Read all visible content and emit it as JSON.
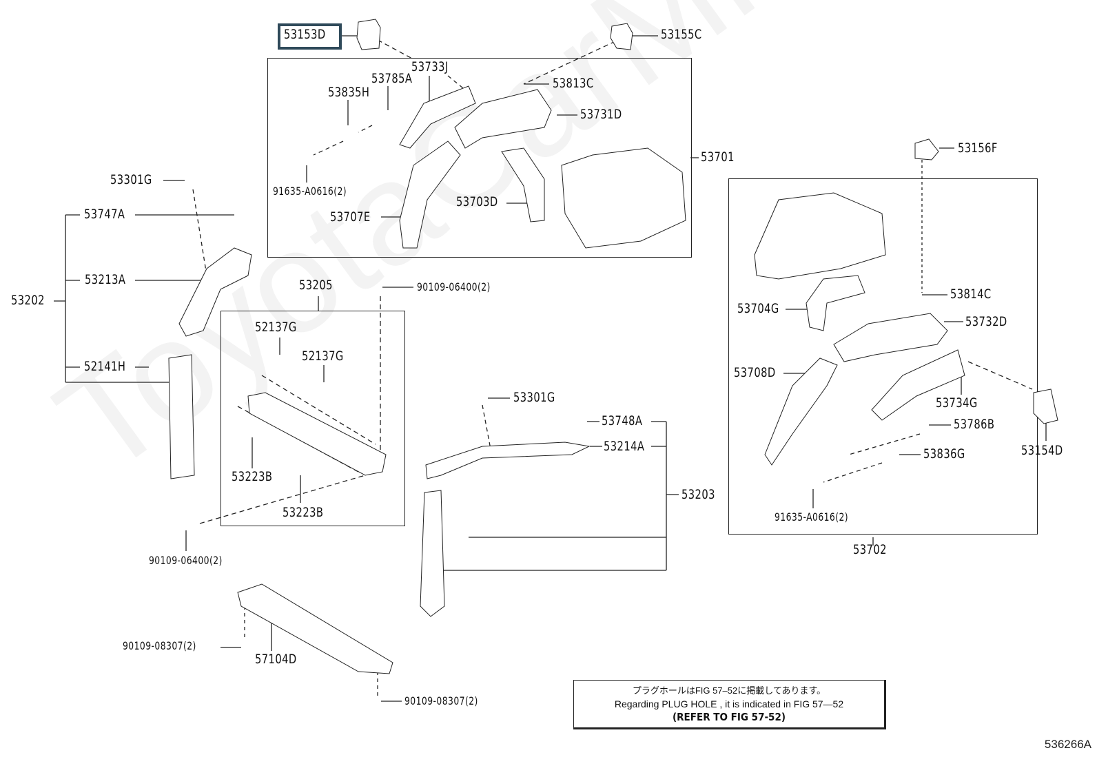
{
  "diagram": {
    "figure_id": "536266A",
    "watermark": "ToyotaCarMine.ru",
    "highlighted_part": "53153D",
    "colors": {
      "highlight_border": "#2f4a5a",
      "line": "#222222",
      "text": "#111111"
    },
    "parts": {
      "p53153D": "53153D",
      "p53155C": "53155C",
      "p53733J": "53733J",
      "p53785A": "53785A",
      "p53835H": "53835H",
      "p53813C": "53813C",
      "p53731D": "53731D",
      "p53701": "53701",
      "p91635_top": "91635-A0616(2)",
      "p53707E": "53707E",
      "p53703D": "53703D",
      "p53301G_left": "53301G",
      "p53747A": "53747A",
      "p53213A": "53213A",
      "p53202": "53202",
      "p52141H": "52141H",
      "p53205": "53205",
      "p90109_06400_top": "90109-06400(2)",
      "p52137G_a": "52137G",
      "p52137G_b": "52137G",
      "p53223B_a": "53223B",
      "p53223B_b": "53223B",
      "p90109_06400_bot": "90109-06400(2)",
      "p53301G_mid": "53301G",
      "p53748A": "53748A",
      "p53214A": "53214A",
      "p53203": "53203",
      "p90109_08307_left": "90109-08307(2)",
      "p57104D": "57104D",
      "p90109_08307_right": "90109-08307(2)",
      "p53156F": "53156F",
      "p53704G": "53704G",
      "p53814C": "53814C",
      "p53732D": "53732D",
      "p53708D": "53708D",
      "p53734G": "53734G",
      "p53786B": "53786B",
      "p53836G": "53836G",
      "p53154D": "53154D",
      "p91635_right": "91635-A0616(2)",
      "p53702": "53702"
    },
    "note": {
      "line_jp": "プラグホールはFIG 57–52に掲載してあります。",
      "line_en": "Regarding  PLUG  HOLE , it is indicated in FIG  57—52",
      "line_ref": "(REFER TO FIG 57-52)"
    }
  }
}
